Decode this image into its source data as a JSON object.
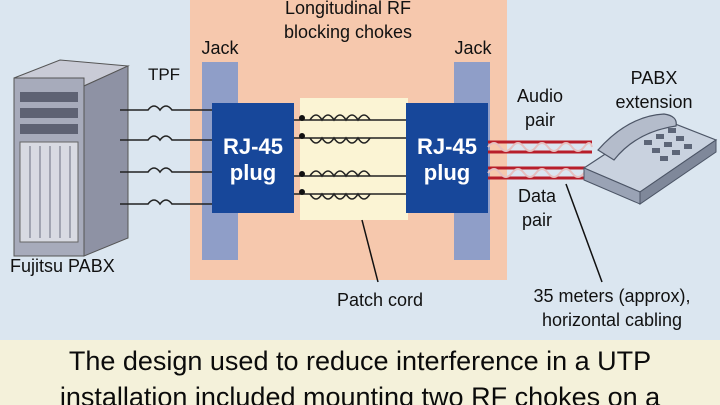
{
  "labels": {
    "chokes_line1": "Longitudinal RF",
    "chokes_line2": "blocking chokes",
    "jack_left": "Jack",
    "jack_right": "Jack",
    "tpf": "TPF",
    "plug_left_line1": "RJ-45",
    "plug_left_line2": "plug",
    "plug_right_line1": "RJ-45",
    "plug_right_line2": "plug",
    "audio_line1": "Audio",
    "audio_line2": "pair",
    "data_line1": "Data",
    "data_line2": "pair",
    "pabx_ext_line1": "PABX",
    "pabx_ext_line2": "extension",
    "fujitsu": "Fujitsu PABX",
    "patch_cord": "Patch cord",
    "cabling_line1": "35 meters (approx),",
    "cabling_line2": "horizontal cabling"
  },
  "caption": {
    "line1": "The design used to reduce interference in a UTP",
    "line2": "installation included mounting two RF chokes on a"
  },
  "colors": {
    "background": "#dbe6f0",
    "choke_panel": "#f6c8ad",
    "patch_area": "#fbf4d4",
    "jack": "#8f9ec8",
    "plug": "#17479a",
    "cable": "#b81e2a",
    "caption_bg": "#f4f1da"
  }
}
